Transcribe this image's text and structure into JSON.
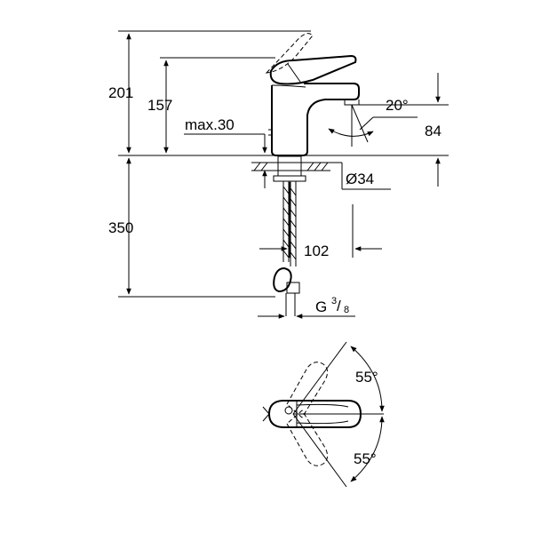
{
  "dimensions": {
    "total_height": "201",
    "spout_height": "157",
    "max_thickness": "max.30",
    "spout_angle": "20°",
    "outlet_height": "84",
    "hole_diameter": "Ø34",
    "mount_length": "350",
    "projection": "102",
    "thread_prefix": "G",
    "thread_num": "3",
    "thread_den": "8",
    "rotation_left": "55°",
    "rotation_right": "55°"
  },
  "colors": {
    "line": "#000000",
    "background": "#ffffff"
  }
}
